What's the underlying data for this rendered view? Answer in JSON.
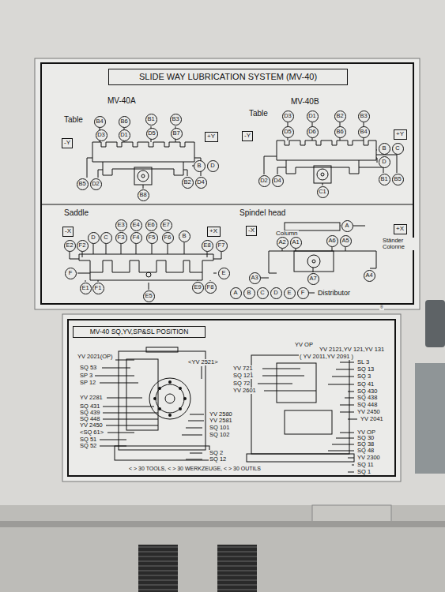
{
  "diagram": {
    "nodes": [
      {
        "text": [
          "SLIDE WAY LUBRICATION SYSTEM (MV-40)"
        ]
      },
      {
        "text": [
          "B4"
        ]
      },
      {
        "text": [
          "B6"
        ]
      },
      {
        "text": [
          "B1"
        ]
      },
      {
        "text": [
          "B3"
        ]
      },
      {
        "text": [
          "D3"
        ]
      },
      {
        "text": [
          "D1"
        ]
      },
      {
        "text": [
          "D5"
        ]
      },
      {
        "text": [
          "B7"
        ]
      },
      {
        "text": [
          "-Y"
        ]
      },
      {
        "text": [
          "+Y"
        ]
      },
      {
        "text": [
          "B5"
        ]
      },
      {
        "text": [
          "D2"
        ]
      },
      {
        "text": [
          "B8"
        ]
      },
      {
        "text": [
          "B2"
        ]
      },
      {
        "text": [
          "D4"
        ]
      },
      {
        "text": [
          "B"
        ]
      },
      {
        "text": [
          "D"
        ]
      },
      {
        "text": [
          "-Y"
        ]
      },
      {
        "text": [
          "D3"
        ]
      },
      {
        "text": [
          "D1"
        ]
      },
      {
        "text": [
          "B2"
        ]
      },
      {
        "text": [
          "B3"
        ]
      },
      {
        "text": [
          "D5"
        ]
      },
      {
        "text": [
          "D6"
        ]
      },
      {
        "text": [
          "B6"
        ]
      },
      {
        "text": [
          "B4"
        ]
      },
      {
        "text": [
          "+Y"
        ]
      },
      {
        "text": [
          "B"
        ]
      },
      {
        "text": [
          "C"
        ]
      },
      {
        "text": [
          "D"
        ]
      },
      {
        "text": [
          "D2"
        ]
      },
      {
        "text": [
          "D4"
        ]
      },
      {
        "text": [
          "C1"
        ]
      },
      {
        "text": [
          "B1"
        ]
      },
      {
        "text": [
          "B5"
        ]
      },
      {
        "text": [
          "-X"
        ]
      },
      {
        "text": [
          "E3"
        ]
      },
      {
        "text": [
          "E4"
        ]
      },
      {
        "text": [
          "E6"
        ]
      },
      {
        "text": [
          "E7"
        ]
      },
      {
        "text": [
          "+X"
        ]
      },
      {
        "text": [
          "D"
        ]
      },
      {
        "text": [
          "C"
        ]
      },
      {
        "text": [
          "F3"
        ]
      },
      {
        "text": [
          "F4"
        ]
      },
      {
        "text": [
          "F5"
        ]
      },
      {
        "text": [
          "F6"
        ]
      },
      {
        "text": [
          "B"
        ]
      },
      {
        "text": [
          "E2"
        ]
      },
      {
        "text": [
          "F2"
        ]
      },
      {
        "text": [
          "E8"
        ]
      },
      {
        "text": [
          "F7"
        ]
      },
      {
        "text": [
          "F"
        ]
      },
      {
        "text": [
          "E"
        ]
      },
      {
        "text": [
          "E1"
        ]
      },
      {
        "text": [
          "F1"
        ]
      },
      {
        "text": [
          "E5"
        ]
      },
      {
        "text": [
          "E9"
        ]
      },
      {
        "text": [
          "F8"
        ]
      },
      {
        "text": [
          "-X"
        ]
      },
      {
        "text": [
          "+X"
        ]
      },
      {
        "text": [
          "A"
        ]
      },
      {
        "text": [
          "A2"
        ]
      },
      {
        "text": [
          "A1"
        ]
      },
      {
        "text": [
          "A6"
        ]
      },
      {
        "text": [
          "A5"
        ]
      },
      {
        "text": [
          "A3"
        ]
      },
      {
        "text": [
          "A7"
        ]
      },
      {
        "text": [
          "A4"
        ]
      },
      {
        "text": [
          "A"
        ]
      },
      {
        "text": [
          "B"
        ]
      },
      {
        "text": [
          "C"
        ]
      },
      {
        "text": [
          "D"
        ]
      },
      {
        "text": [
          "E"
        ]
      },
      {
        "text": [
          "F"
        ]
      },
      {
        "text": [
          "MV-40 SQ,YV,SP&SL POSITION"
        ]
      }
    ],
    "labels": [
      "MV-40A",
      "Table",
      "MV-40B",
      "Table",
      "Saddle",
      "Spindel head",
      "Column",
      "Ständer Colonne",
      "Distributor",
      "YV 2021(OP)",
      "SQ 53",
      "SP 3",
      "SP 12",
      "YV 2281",
      "SQ 431",
      "SQ 439",
      "SQ 448",
      "YV 2450",
      "<SQ 61>",
      "SQ 51",
      "SQ 52",
      "<YV 2521>",
      "YV 2580",
      "YV 2581",
      "SQ 101",
      "SQ 102",
      "SQ 2",
      "SQ 12",
      "YV OP",
      "YV 2121,YV 121,YV 131",
      "( YV 2011,YV 2091 )",
      "YV 721",
      "SQ 121",
      "SQ 72",
      "YV 2601",
      "SL 3",
      "SQ 13",
      "SQ 3",
      "SQ 41",
      "SQ 430",
      "SQ 438",
      "SQ 448",
      "YV 2450",
      "YV 2041",
      "YV OP",
      "SQ 30",
      "SQ 38",
      "SQ 48",
      "YV 2300",
      "SQ 11",
      "SQ 1",
      "< > 30 TOOLS, < > 30 WERKZEUGE, < > 30 OUTILS",
      "®"
    ]
  }
}
